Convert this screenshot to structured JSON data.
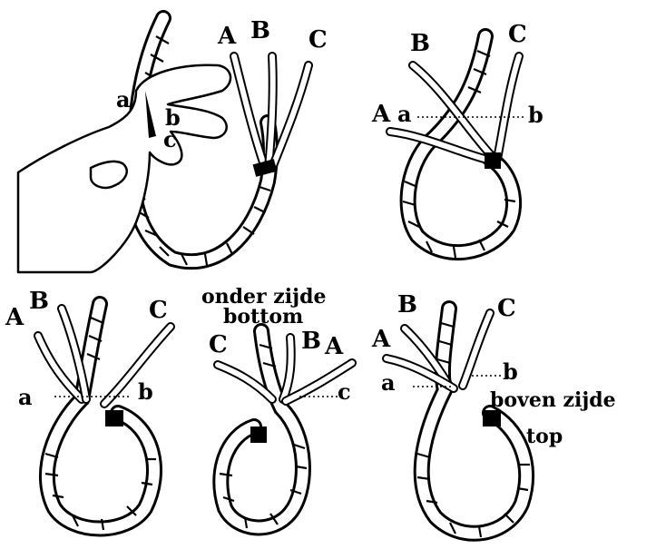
{
  "labels": {
    "A": "A",
    "B": "B",
    "C": "C",
    "a": "a",
    "b": "b",
    "c": "c",
    "onder_zijde": "onder zijde",
    "bottom": "bottom",
    "boven_zijde": "boven zijde",
    "top": "top"
  }
}
